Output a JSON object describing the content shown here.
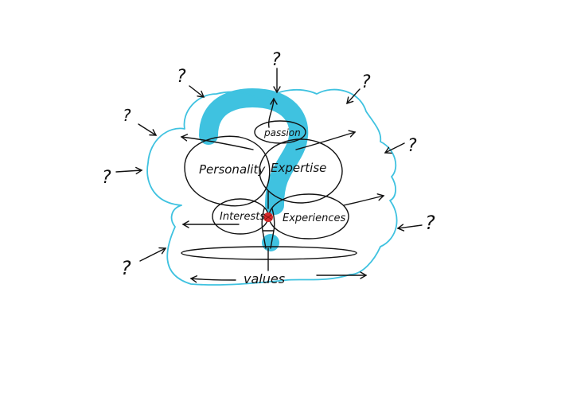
{
  "diagram": {
    "labels": {
      "passion": "passion",
      "personality": "Personality",
      "expertise": "Expertise",
      "interests": "Interests",
      "experiences": "Experiences",
      "values": "values"
    },
    "question_mark": "?",
    "colors": {
      "cloud": "#3fc2e0",
      "big_question_mark": "#3fc2e0",
      "ink": "#111111",
      "heart": "#d42a2a",
      "background": "#ffffff"
    }
  }
}
